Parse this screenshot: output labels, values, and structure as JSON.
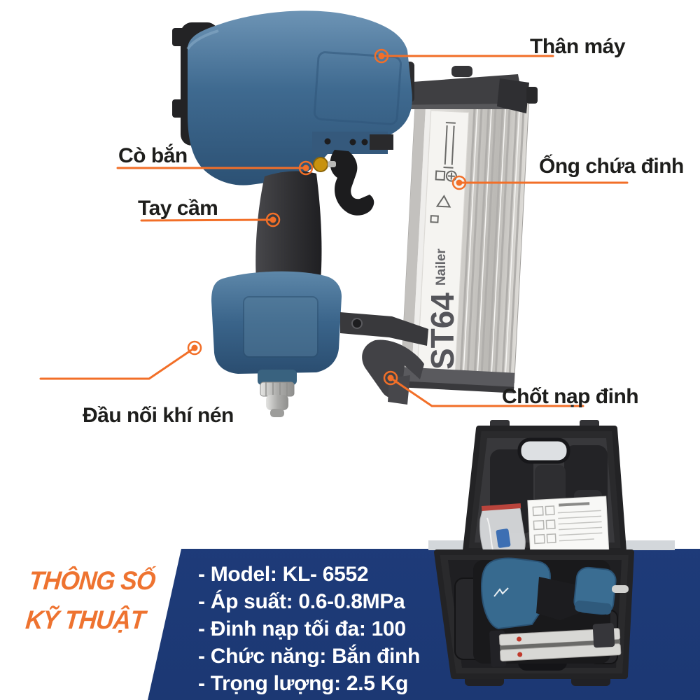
{
  "callouts": [
    {
      "label": "Thân máy"
    },
    {
      "label": "Cò bắn"
    },
    {
      "label": "Tay cầm"
    },
    {
      "label": "Ống chứa đinh"
    },
    {
      "label": "Đầu nối khí nén"
    },
    {
      "label": "Chốt nạp đinh"
    }
  ],
  "product": {
    "magazine_model": "ST64",
    "magazine_text": "Nailer"
  },
  "specs": {
    "heading_line1": "THÔNG SỐ",
    "heading_line2": "KỸ THUẬT",
    "items": [
      "- Model: KL- 6552",
      "- Áp suất: 0.6-0.8MPa",
      "- Đinh nạp tối đa: 100",
      "- Chức năng: Bắn đinh",
      "- Trọng lượng: 2.5 Kg"
    ]
  },
  "colors": {
    "accent_orange": "#f26f28",
    "panel_navy": "#1f3d7e",
    "tool_blue": "#3f6a90",
    "label_text": "#1e1e1c",
    "spec_text": "#ffffff"
  }
}
